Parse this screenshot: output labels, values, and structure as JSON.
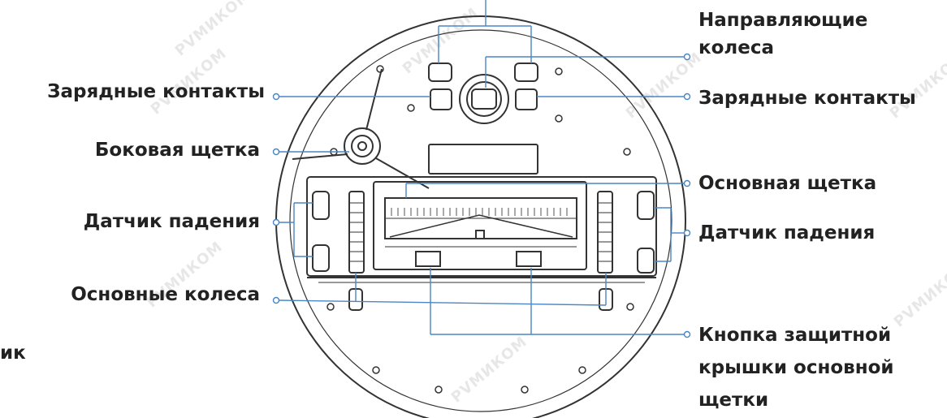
{
  "labels": {
    "guide_wheels": "Направляющие колеса",
    "charge_left": "Зарядные контакты",
    "charge_right": "Зарядные контакты",
    "side_brush": "Боковая щетка",
    "main_brush": "Основная щетка",
    "cliff_left": "Датчик падения",
    "cliff_right": "Датчик падения",
    "main_wheels": "Основные колеса",
    "cutoff": "ик",
    "cover_button_line1": "Кнопка защитной",
    "cover_button_line2": "крышки основной",
    "cover_button_line3": "щетки"
  },
  "watermark": "PVMИКОМ",
  "colors": {
    "leader": "#4a86c5",
    "outline": "#333333",
    "text": "#222222"
  }
}
